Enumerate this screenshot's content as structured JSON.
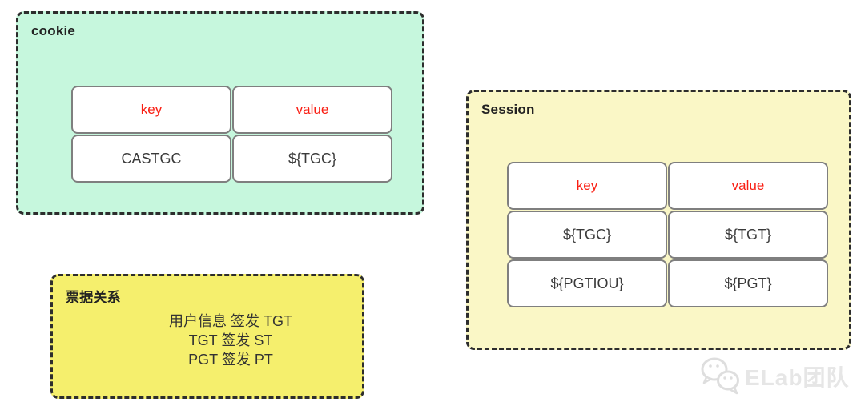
{
  "cookie_panel": {
    "label": "cookie",
    "bg": "#c6f7dd",
    "table": {
      "headers": [
        "key",
        "value"
      ],
      "rows": [
        [
          "CASTGC",
          "${TGC}"
        ]
      ]
    }
  },
  "session_panel": {
    "label": "Session",
    "bg": "#faf7c6",
    "table": {
      "headers": [
        "key",
        "value"
      ],
      "rows": [
        [
          "${TGC}",
          "${TGT}"
        ],
        [
          "${PGTIOU}",
          "${PGT}"
        ]
      ]
    }
  },
  "ticket_panel": {
    "label": "票据关系",
    "bg": "#f5ef6d",
    "lines": [
      "用户信息 签发 TGT",
      "TGT 签发 ST",
      "PGT 签发 PT"
    ]
  },
  "watermark": {
    "text": "ELab团队",
    "icon": "wechat-icon",
    "color": "#e6e6e6"
  },
  "colors": {
    "header_text": "#f91e13",
    "cell_text": "#3a3a3a",
    "panel_border": "#2d2d2d",
    "cell_border": "#7f7f7f"
  }
}
